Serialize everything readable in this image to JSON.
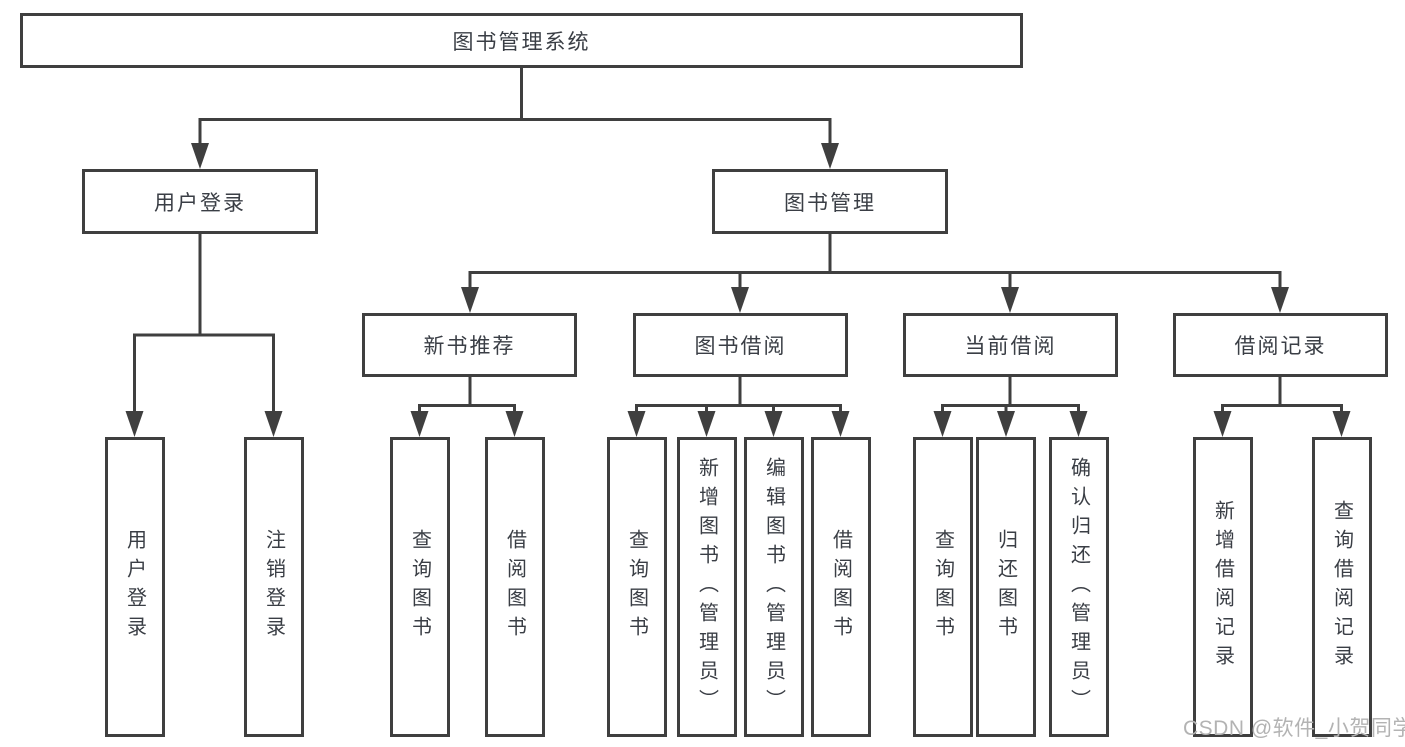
{
  "diagram": {
    "root": "图书管理系统",
    "branches": {
      "user_login": "用户登录",
      "book_management": "图书管理"
    },
    "sections": {
      "new_book_recommend": "新书推荐",
      "book_borrowing": "图书借阅",
      "current_borrowing": "当前借阅",
      "borrowing_records": "借阅记录"
    },
    "leaves": {
      "user_login": [
        "用户登录",
        "注销登录"
      ],
      "new_book_recommend": [
        "查询图书",
        "借阅图书"
      ],
      "book_borrowing": [
        "查询图书",
        "新增图书（管理员）",
        "编辑图书（管理员）",
        "借阅图书"
      ],
      "current_borrowing": [
        "查询图书",
        "归还图书",
        "确认归还（管理员）"
      ],
      "borrowing_records": [
        "新增借阅记录",
        "查询借阅记录"
      ]
    },
    "hierarchy": {
      "图书管理系统": {
        "用户登录": [
          "用户登录",
          "注销登录"
        ],
        "图书管理": {
          "新书推荐": [
            "查询图书",
            "借阅图书"
          ],
          "图书借阅": [
            "查询图书",
            "新增图书（管理员）",
            "编辑图书（管理员）",
            "借阅图书"
          ],
          "当前借阅": [
            "查询图书",
            "归还图书",
            "确认归还（管理员）"
          ],
          "借阅记录": [
            "新增借阅记录",
            "查询借阅记录"
          ]
        }
      }
    }
  },
  "watermark": "CSDN @软件_小贺同学",
  "colors": {
    "line": "#3f3f3f",
    "box_border": "#3f3f3f",
    "text": "#3a3e45",
    "watermark": "#b3b3b3",
    "background": "#ffffff"
  }
}
